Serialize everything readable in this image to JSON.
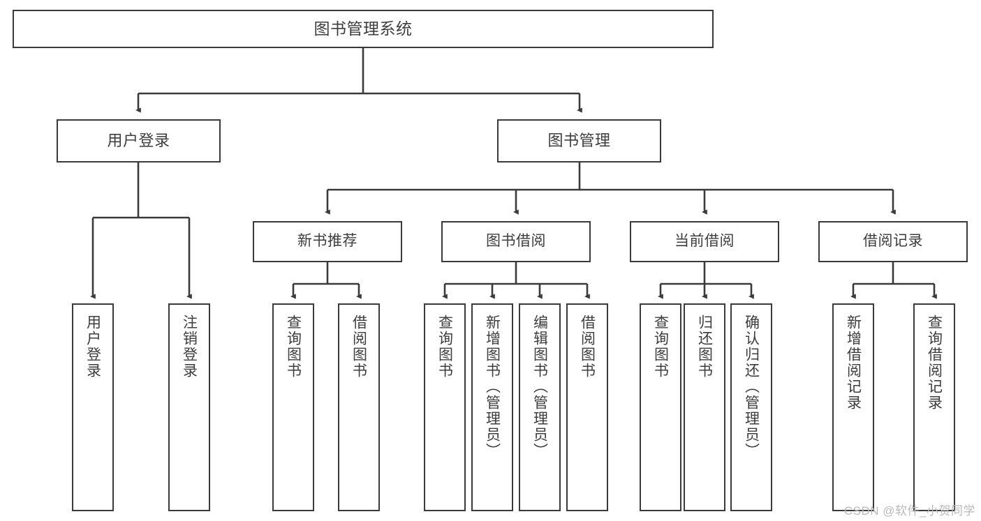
{
  "diagram": {
    "title": "图书管理系统",
    "type": "tree-hierarchy-diagram",
    "stroke_color": "#3a3a3a",
    "text_color": "#3d3d3d",
    "background_color": "#ffffff",
    "watermark": "CSDN @软件_小贺同学",
    "root": {
      "label": "图书管理系统"
    },
    "level2": [
      {
        "label": "用户登录"
      },
      {
        "label": "图书管理"
      }
    ],
    "level3": [
      {
        "label": "新书推荐"
      },
      {
        "label": "图书借阅"
      },
      {
        "label": "当前借阅"
      },
      {
        "label": "借阅记录"
      }
    ],
    "leaves": {
      "user_login": [
        {
          "label": "用户登录"
        },
        {
          "label": "注销登录"
        }
      ],
      "new_book_recommend": [
        {
          "label": "查询图书"
        },
        {
          "label": "借阅图书"
        }
      ],
      "book_borrow": [
        {
          "label": "查询图书"
        },
        {
          "label": "新增图书（管理员）"
        },
        {
          "label": "编辑图书（管理员）"
        },
        {
          "label": "借阅图书"
        }
      ],
      "current_borrow": [
        {
          "label": "查询图书"
        },
        {
          "label": "归还图书"
        },
        {
          "label": "确认归还（管理员）"
        }
      ],
      "borrow_record": [
        {
          "label": "新增借阅记录"
        },
        {
          "label": "查询借阅记录"
        }
      ]
    }
  }
}
